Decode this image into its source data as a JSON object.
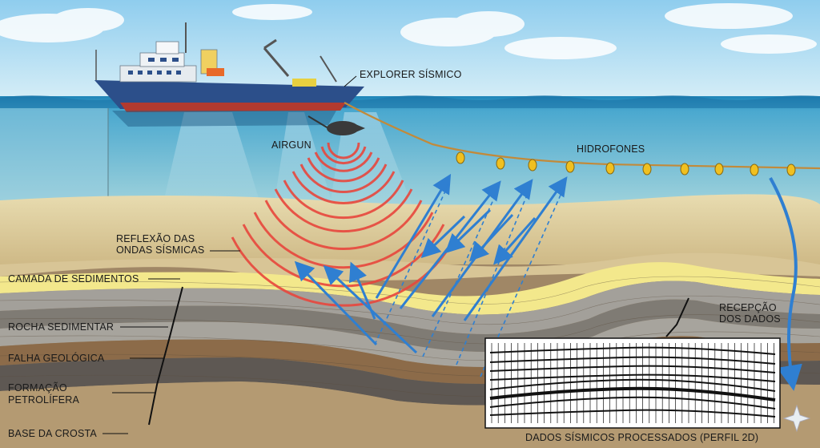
{
  "labels": {
    "ship": "EXPLORER SÍSMICO",
    "airgun": "AIRGUN",
    "hydrophones": "HIDROFONES",
    "reflection": [
      "REFLEXÃO DAS",
      "ONDAS SÍSMICAS"
    ],
    "reception": [
      "RECEPÇÃO",
      "DOS DADOS"
    ],
    "layer_sediments": "CAMADA DE SEDIMENTOS",
    "layer_rock": "ROCHA SEDIMENTAR",
    "fault": "FALHA GEOLÓGICA",
    "formation": [
      "FORMAÇÃO",
      "PETROLÍFERA"
    ],
    "crust": "BASE DA CROSTA",
    "panel_title": "DADOS SÍSMICOS PROCESSADOS (PERFIL 2D)"
  },
  "colors": {
    "sky_top": "#9fd3ec",
    "sea": "#2e8fbf",
    "sea_deep": "#8fc8d8",
    "seafloor": "#d9c79a",
    "sediment_yellow": "#f2e68a",
    "rock_gray": "#8c8a86",
    "rock_brown": "#8a6a4a",
    "wave_red": "#e8473d",
    "ray_blue": "#2f7fd1",
    "ship_hull": "#2c4f8a"
  },
  "icons": [
    "ship-icon",
    "airgun-icon",
    "hydrophone-icon",
    "wave-arc-icon",
    "arrow-icon",
    "sparkle-icon"
  ]
}
